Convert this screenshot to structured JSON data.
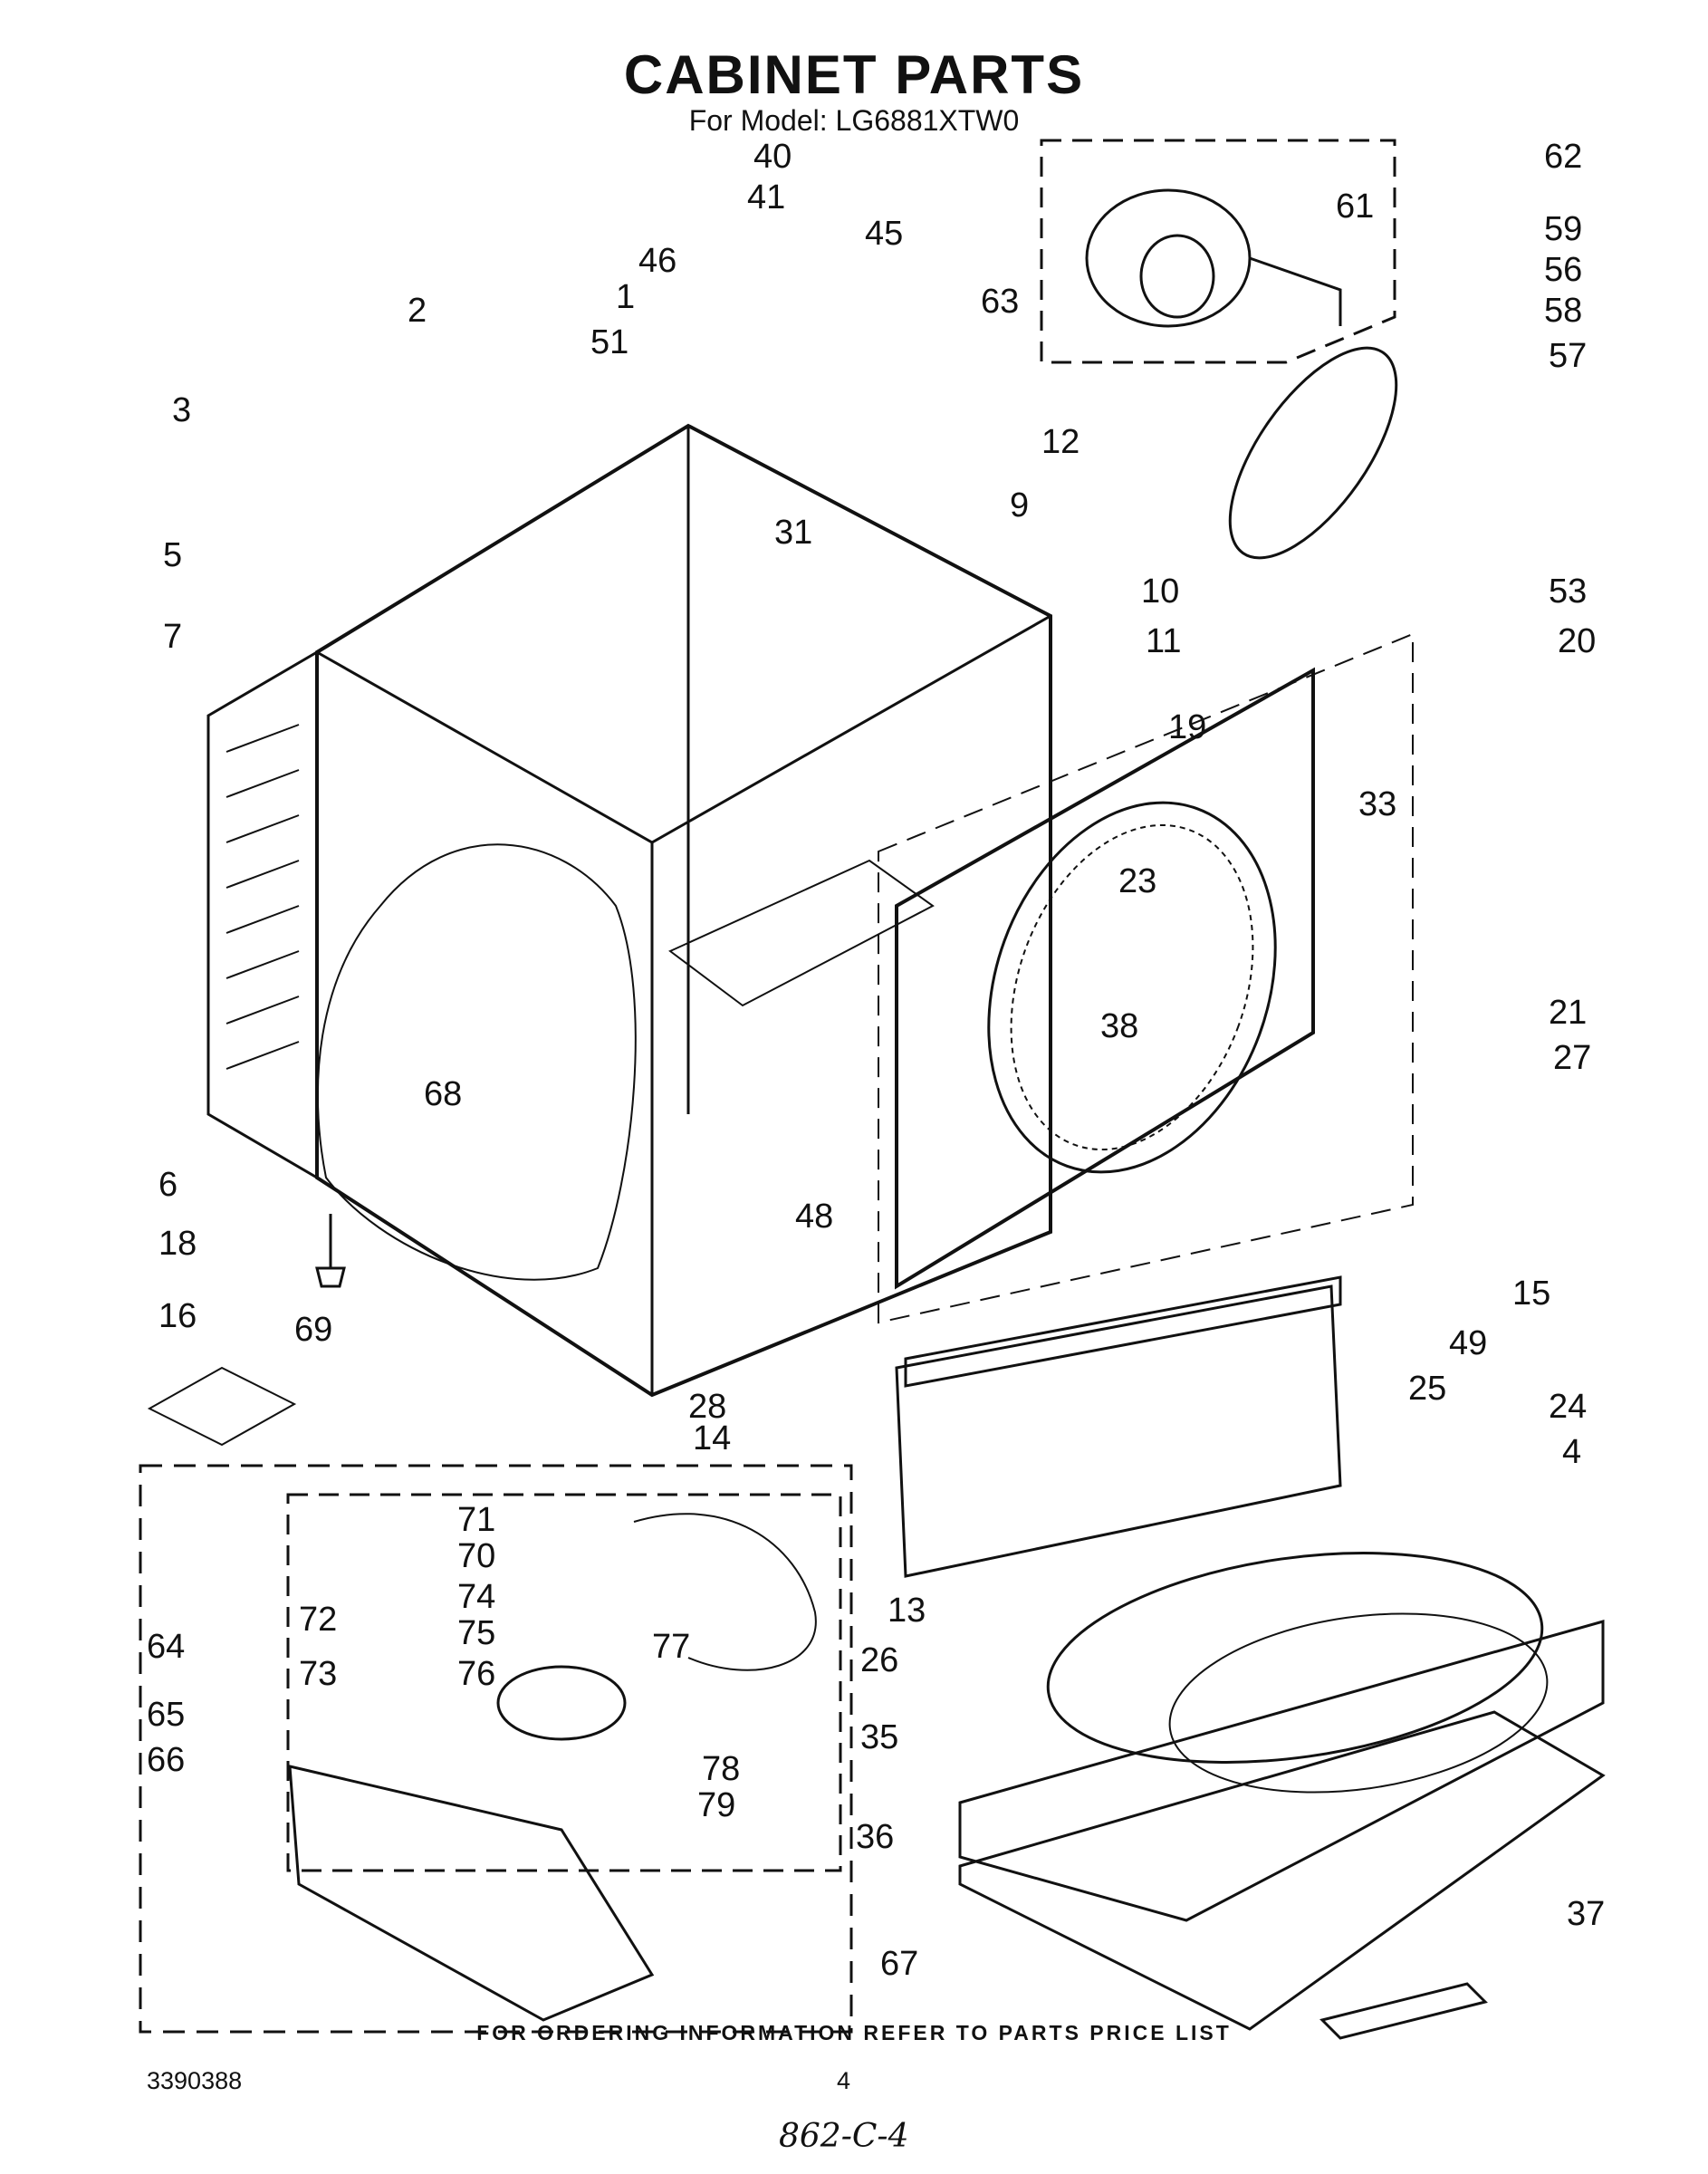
{
  "header": {
    "title": "CABINET PARTS",
    "subtitle": "For Model: LG6881XTW0"
  },
  "footer": {
    "ordering_note": "FOR ORDERING INFORMATION REFER TO PARTS PRICE LIST",
    "document_number": "3390388",
    "page_number": "4",
    "handwritten_note": "862-C-4"
  },
  "callouts": [
    "1",
    "2",
    "3",
    "4",
    "5",
    "6",
    "7",
    "9",
    "10",
    "11",
    "12",
    "13",
    "14",
    "15",
    "16",
    "18",
    "19",
    "20",
    "21",
    "23",
    "24",
    "25",
    "26",
    "27",
    "28",
    "31",
    "33",
    "35",
    "36",
    "37",
    "38",
    "40",
    "41",
    "45",
    "46",
    "48",
    "49",
    "51",
    "53",
    "56",
    "57",
    "58",
    "59",
    "61",
    "62",
    "63",
    "64",
    "65",
    "66",
    "67",
    "68",
    "69",
    "70",
    "71",
    "72",
    "73",
    "74",
    "75",
    "76",
    "77",
    "78",
    "79"
  ]
}
